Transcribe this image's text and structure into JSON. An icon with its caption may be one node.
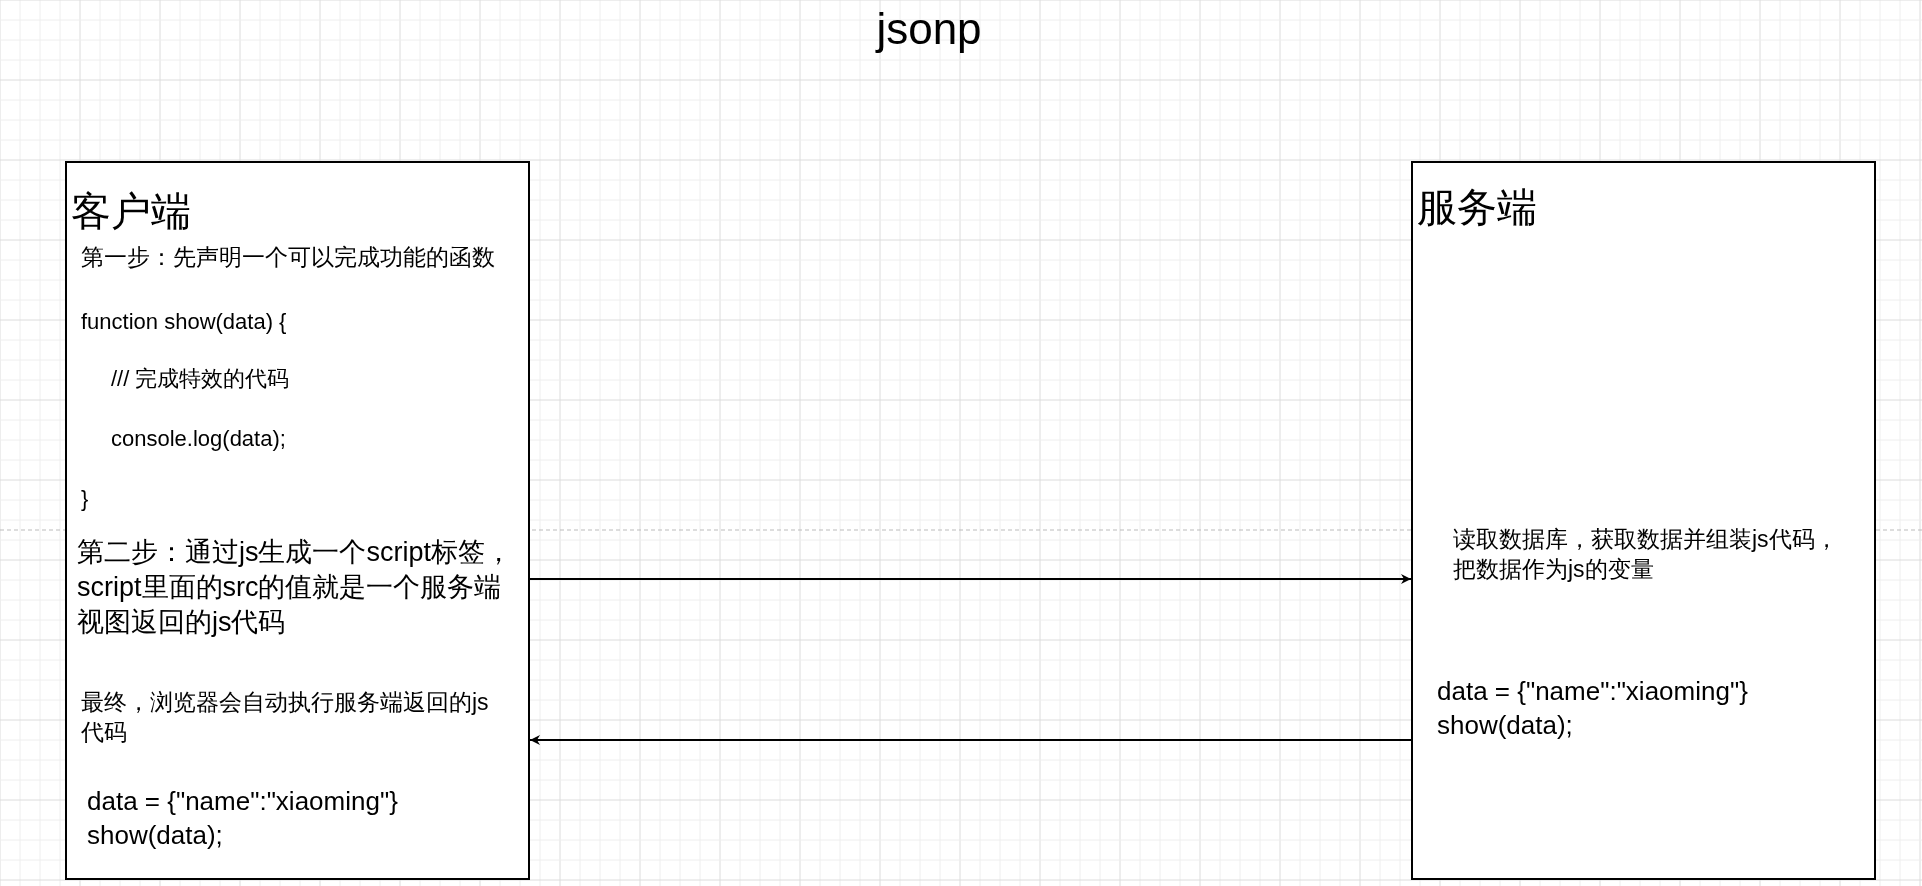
{
  "diagram": {
    "title": "jsonp",
    "nodes": [
      {
        "text": [
          "客户端",
          "第一步：先声明一个可以完成功能的函数",
          "function show(data)  {",
          "/// 完成特效的代码",
          "console.log(data);",
          "}",
          "第二步：通过js生成一个script标签，script里面的src的值就是一个服务端视图返回的js代码",
          "最终，浏览器会自动执行服务端返回的js代码",
          "data = {\"name\":\"xiaoming\"} show(data);"
        ]
      },
      {
        "text": [
          "服务端",
          "读取数据库，获取数据并组装js代码，把数据作为js的变量",
          "data = {\"name\":\"xiaoming\"} show(data);"
        ]
      }
    ],
    "edges": [
      {
        "from": 0,
        "to": 1,
        "arrow": "to"
      },
      {
        "from": 1,
        "to": 0,
        "arrow": "to"
      }
    ]
  }
}
